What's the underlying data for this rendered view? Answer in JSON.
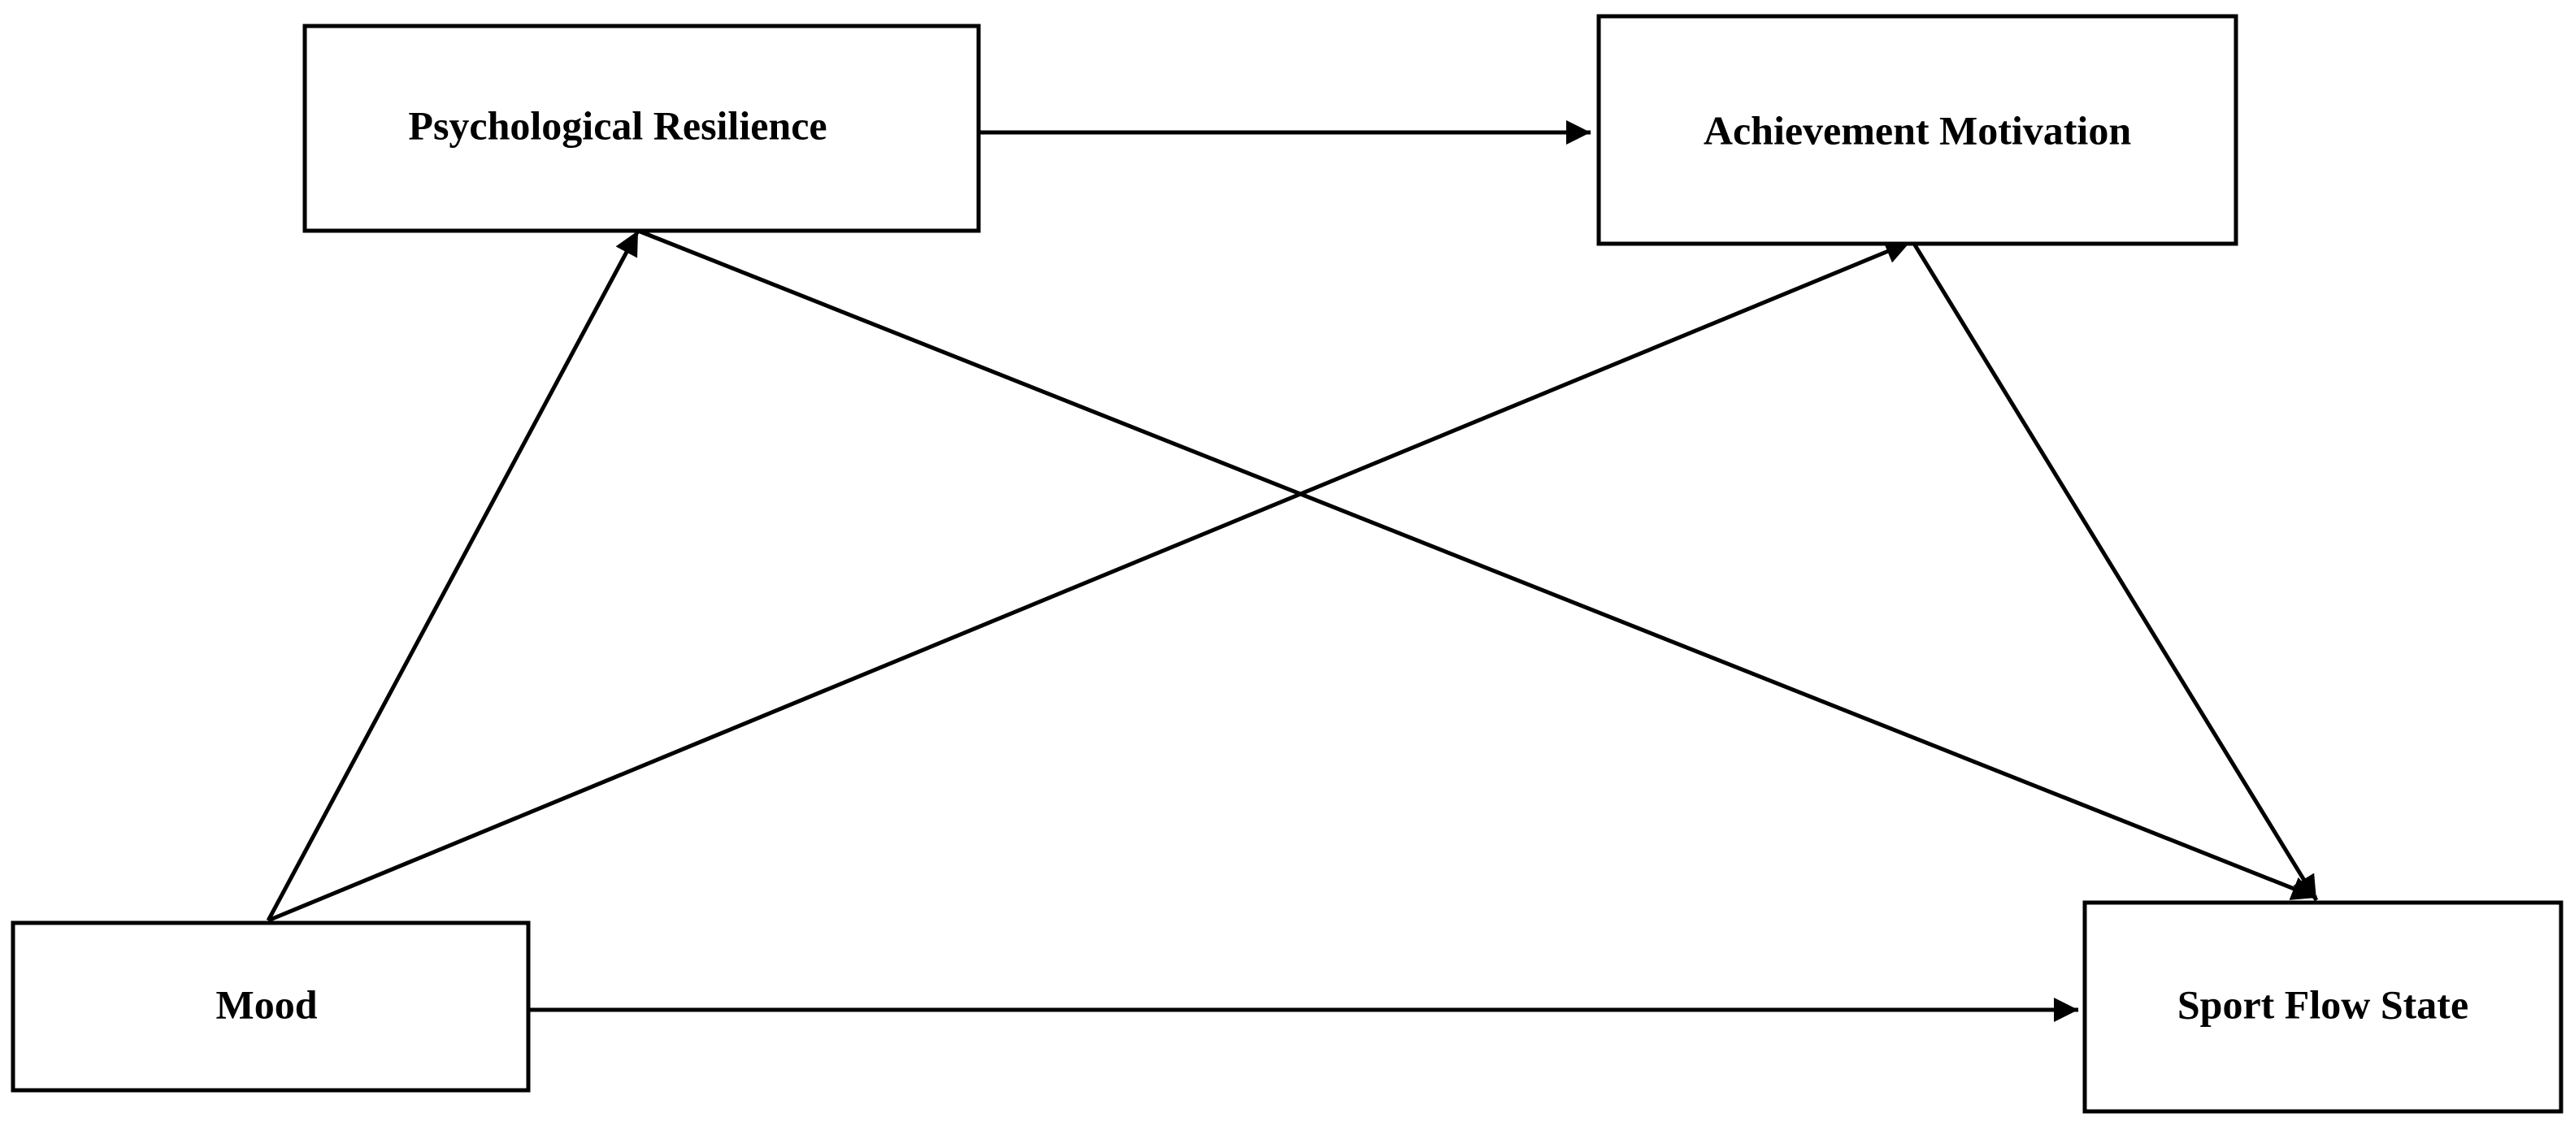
{
  "diagram": {
    "nodes": {
      "psychological_resilience": {
        "label": "Psychological Resilience"
      },
      "achievement_motivation": {
        "label": "Achievement Motivation"
      },
      "mood": {
        "label": "Mood"
      },
      "sport_flow_state": {
        "label": "Sport Flow State"
      }
    },
    "edges": [
      {
        "from": "Psychological Resilience",
        "to": "Achievement Motivation"
      },
      {
        "from": "Mood",
        "to": "Psychological Resilience"
      },
      {
        "from": "Mood",
        "to": "Achievement Motivation"
      },
      {
        "from": "Psychological Resilience",
        "to": "Sport Flow State"
      },
      {
        "from": "Achievement Motivation",
        "to": "Sport Flow State"
      },
      {
        "from": "Mood",
        "to": "Sport Flow State"
      }
    ],
    "colors": {
      "line": "#000000",
      "background": "#ffffff"
    }
  }
}
